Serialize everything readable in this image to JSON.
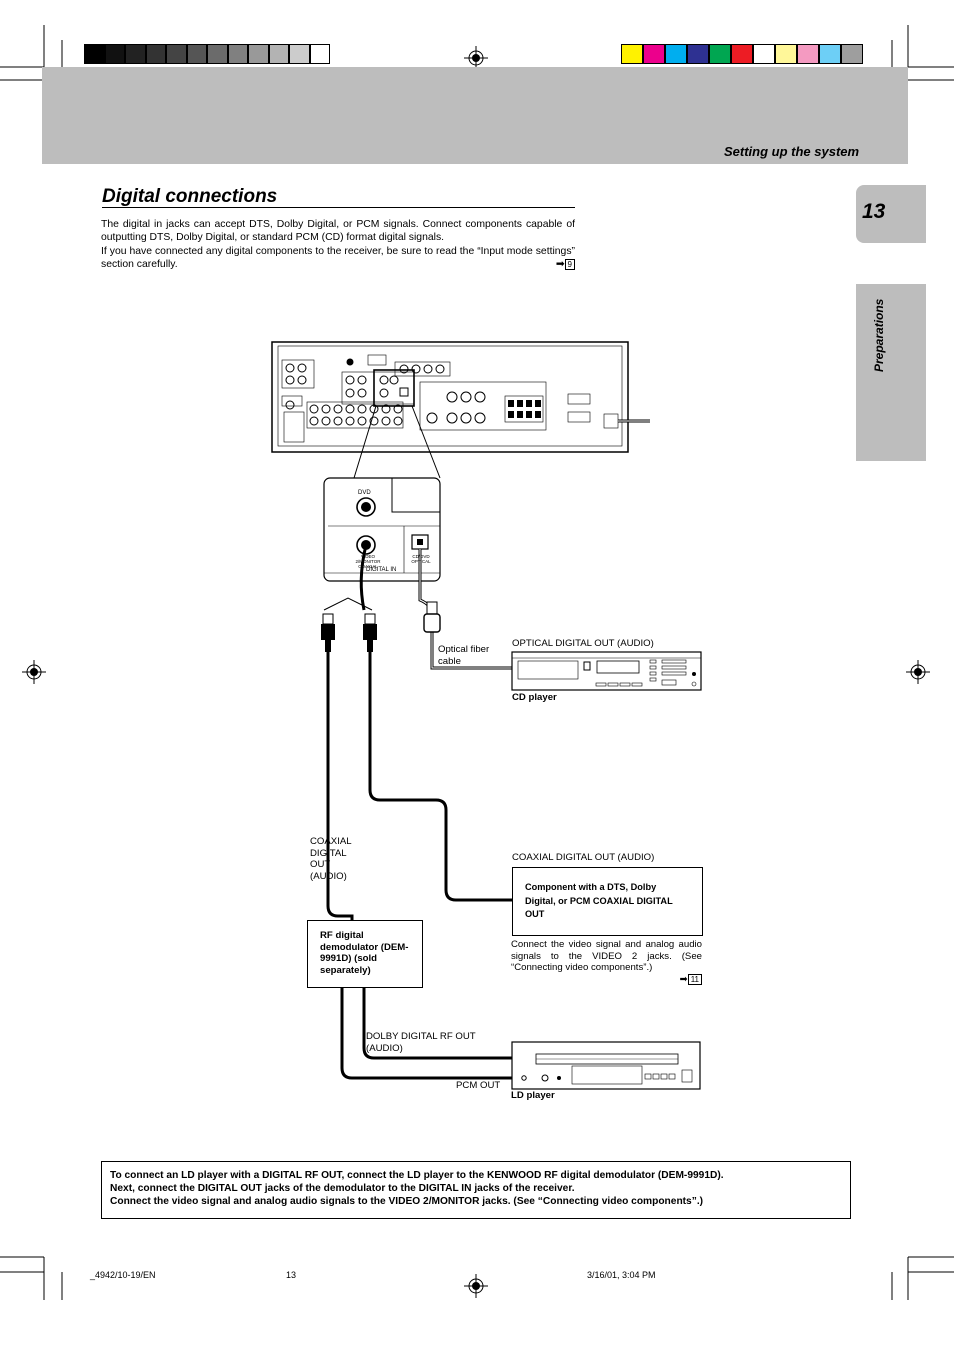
{
  "header": {
    "section_label": "Setting up the system",
    "page_number": "13",
    "side_tab": "Preparations",
    "grayscale_swatches": [
      "#000000",
      "#111111",
      "#222222",
      "#333333",
      "#444444",
      "#555555",
      "#6b6b6b",
      "#808080",
      "#999999",
      "#b3b3b3",
      "#cccccc",
      "#ffffff"
    ],
    "color_swatches": [
      "#fff200",
      "#ec008c",
      "#00aeef",
      "#2e3192",
      "#00a651",
      "#ed1c24",
      "#ffffff",
      "#fff799",
      "#f49ac1",
      "#6dcff6",
      "#9e9e9e"
    ]
  },
  "title": "Digital connections",
  "intro": {
    "line1": "The digital in jacks can accept DTS, Dolby Digital, or PCM signals. Connect components capable of outputting DTS, Dolby Digital, or standard PCM (CD) format digital signals.",
    "line2": "If you have connected any digital components to the receiver, be sure to read the “Input mode settings” section carefully.",
    "ref": "9"
  },
  "diagram": {
    "receiver_jacks": {
      "dvd": "DVD",
      "video2_monitor_coaxial": "VIDEO 2/MONITOR COAXIAL",
      "cd_dvd_optical": "CD/DVD OPTICAL",
      "digital_in": "DIGITAL IN"
    },
    "optical_fiber_cable": "Optical fiber cable",
    "optical_digital_out": "OPTICAL DIGITAL OUT (AUDIO)",
    "cd_player": "CD player",
    "coaxial_digital_out_left": "COAXIAL DIGITAL OUT (AUDIO)",
    "coaxial_digital_out_right": "COAXIAL DIGITAL OUT (AUDIO)",
    "component_box": "Component with a DTS, Dolby Digital, or PCM COAXIAL DIGITAL OUT",
    "connect_note": "Connect the video signal and analog audio signals to the VIDEO 2 jacks. (See “Connecting video components”.)",
    "connect_ref": "11",
    "rf_demodulator": "RF digital demodulator (DEM-9991D) (sold separately)",
    "dolby_rf_out": "DOLBY DIGITAL RF OUT (AUDIO)",
    "pcm_out": "PCM OUT",
    "ld_player": "LD player"
  },
  "note": {
    "line1": "To connect an LD player with a DIGITAL RF OUT, connect the LD player to the KENWOOD RF digital demodulator (DEM-9991D).",
    "line2": "Next, connect the DIGITAL OUT jacks of the demodulator to the DIGITAL IN jacks of the receiver.",
    "line3": "Connect the video signal and analog audio signals to the VIDEO 2/MONITOR jacks. (See “Connecting video components”.)"
  },
  "footer": {
    "file": "_4942/10-19/EN",
    "page": "13",
    "date": "3/16/01, 3:04 PM"
  }
}
